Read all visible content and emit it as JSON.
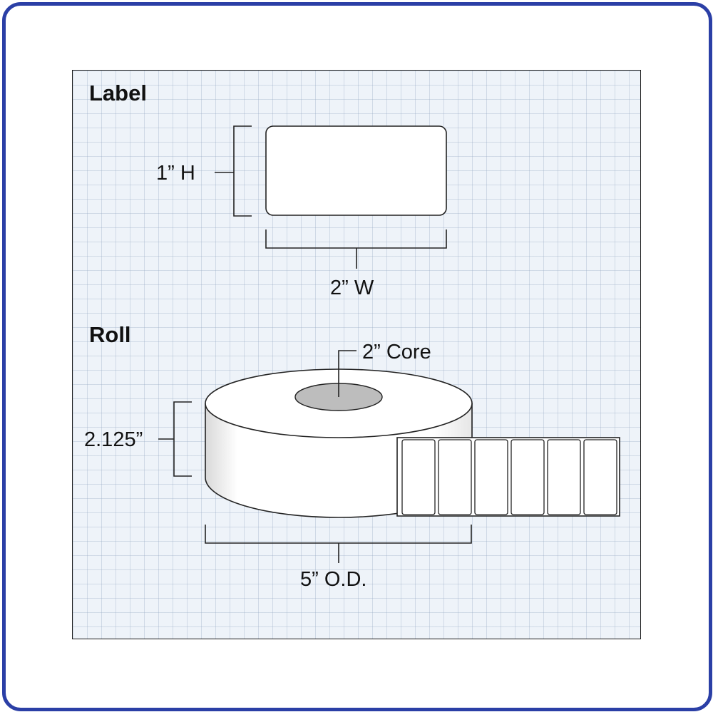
{
  "label_section": {
    "heading": "Label",
    "height_dim": "1” H",
    "width_dim": "2” W"
  },
  "roll_section": {
    "heading": "Roll",
    "core_dim": "2” Core",
    "width_dim": "2.125”",
    "outer_diameter_dim": "5” O.D.",
    "visible_label_count": 6
  },
  "colors": {
    "frame_border": "#2b3fa6",
    "grid_background": "#eef3f9",
    "core_fill": "#bdbdbd"
  }
}
